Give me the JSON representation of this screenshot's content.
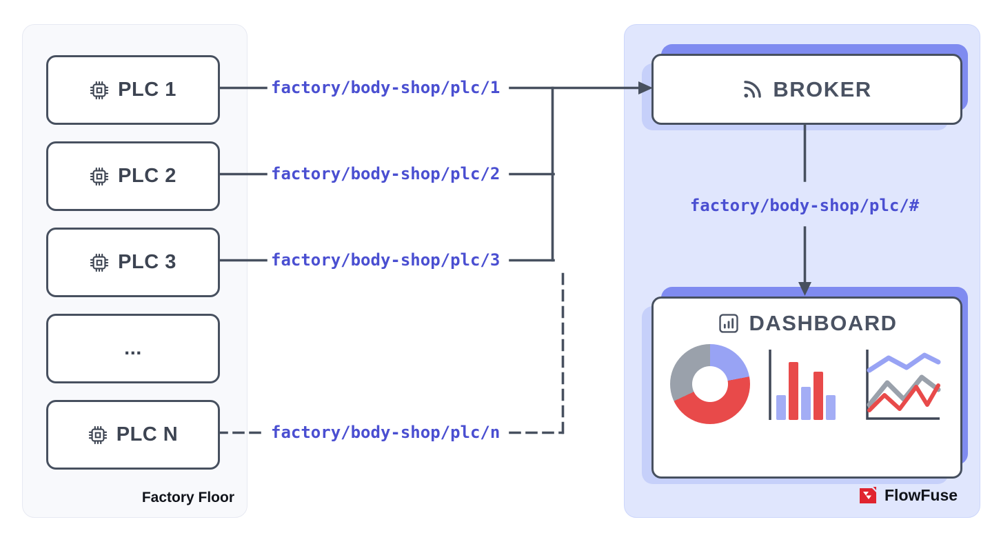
{
  "diagram": {
    "factory": {
      "caption": "Factory Floor",
      "plcs": [
        {
          "label": "PLC 1",
          "topic": "factory/body-shop/plc/1"
        },
        {
          "label": "PLC 2",
          "topic": "factory/body-shop/plc/2"
        },
        {
          "label": "PLC 3",
          "topic": "factory/body-shop/plc/3"
        },
        {
          "label": "..."
        },
        {
          "label": "PLC N",
          "topic": "factory/body-shop/plc/n"
        }
      ]
    },
    "broker": {
      "label": "BROKER",
      "wildcard_topic": "factory/body-shop/plc/#"
    },
    "dashboard": {
      "label": "DASHBOARD",
      "widgets": [
        "donut-chart",
        "bar-chart",
        "line-chart"
      ]
    },
    "branding": {
      "name": "FlowFuse"
    },
    "icons": [
      "chip-icon",
      "rss-broadcast-icon",
      "mini-bar-chart-icon",
      "flowfuse-logo"
    ],
    "colors": {
      "line": "#47505f",
      "topic_text": "#4a4fd1",
      "accent": "#7f8bf0",
      "accent_light": "#c6d0fa",
      "panel_right_bg": "#e0e6fd",
      "panel_left_bg": "#f8f9fc",
      "chart_red": "#e84a4a",
      "chart_gray": "#9aa1ab",
      "chart_periwinkle": "#98a3f4"
    }
  }
}
